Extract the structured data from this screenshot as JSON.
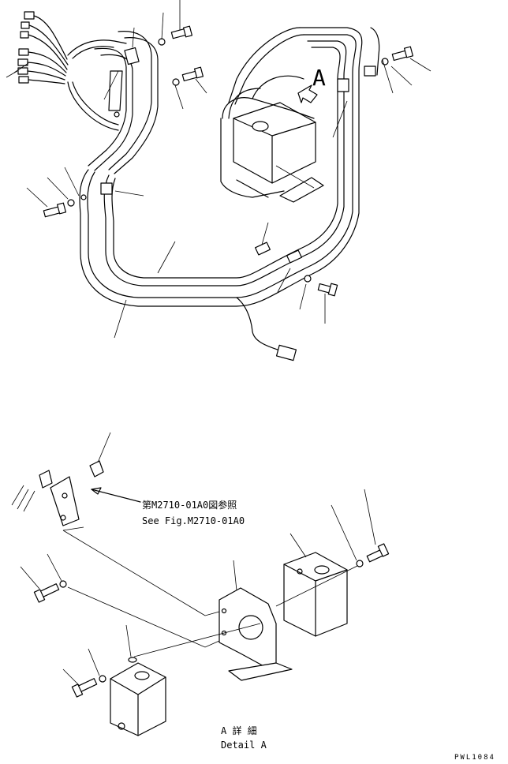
{
  "detail_letter": "A",
  "reference_jp": "第M2710-01A0図参照",
  "reference_en": "See Fig.M2710-01A0",
  "detail_caption_jp": "A 詳 細",
  "detail_caption_en": "Detail A",
  "figure_code": "PWL1084"
}
